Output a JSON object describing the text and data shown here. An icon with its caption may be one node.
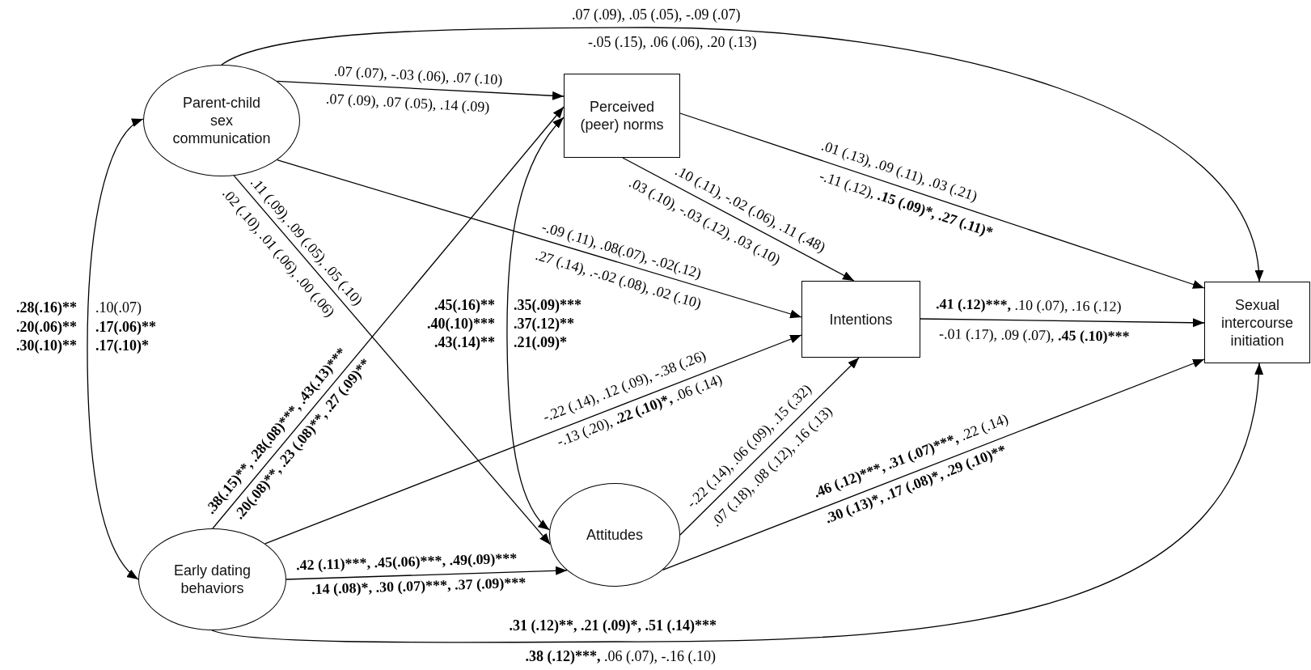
{
  "diagram": {
    "nodes": [
      {
        "text": [
          "Parent-child sex communication"
        ]
      },
      {
        "text": [
          "Perceived (peer) norms"
        ]
      },
      {
        "text": [
          "Intentions"
        ]
      },
      {
        "text": [
          "Sexual intercourse initiation"
        ]
      },
      {
        "text": [
          "Early dating behaviors"
        ]
      },
      {
        "text": [
          "Attitudes"
        ]
      }
    ],
    "edges": [
      {
        "from": 0,
        "to": 4,
        "arrow": "both",
        "label": [
          ".28(.16)**",
          ".20(.06)**",
          ".30(.10)**",
          ".10(.07)",
          ".17(.06)**",
          ".17(.10)*"
        ]
      },
      {
        "from": 0,
        "to": 1,
        "arrow": "to",
        "label": [
          ".07 (.07), -.03 (.06), .07 (.10)",
          ".07 (.09), .07 (.05), .14 (.09)"
        ]
      },
      {
        "from": 0,
        "to": 3,
        "arrow": "to",
        "label": [
          ".07 (.09), .05 (.05), -.09 (.07)",
          "-.05 (.15), .06 (.06), .20 (.13)"
        ]
      },
      {
        "from": 0,
        "to": 2,
        "arrow": "to",
        "label": [
          "-.09 (.11), .08(.07), -.02(.12)",
          ".27 (.14), .-.02 (.08), .02 (.10)"
        ]
      },
      {
        "from": 0,
        "to": 5,
        "arrow": "to",
        "label": [
          ".11 (.09), .09 (.05), .05 (.10)",
          ".02 (.10), .01 (.06), .00 (.06)"
        ]
      },
      {
        "from": 4,
        "to": 1,
        "arrow": "to",
        "label": [
          ".38(.15)**, .28(.08)***, .43(.13)***",
          ".20(.08)**, .23 (.08)**, .27 (.09)**"
        ]
      },
      {
        "from": 1,
        "to": 5,
        "arrow": "both",
        "label": [
          ".45(.16)**",
          ".40(.10)***",
          ".43(.14)**",
          ".35(.09)***",
          ".37(.12)**",
          ".21(.09)*"
        ]
      },
      {
        "from": 1,
        "to": 2,
        "arrow": "to",
        "label": [
          ".10 (.11), -.02 (.06), .11 (.48)",
          ".03 (.10), -.03 (.12), .03 (.10)"
        ]
      },
      {
        "from": 1,
        "to": 3,
        "arrow": "to",
        "label": [
          ".01 (.13), .09 (.11), .03 (.21)",
          "-.11 (.12), .15 (.09)*, .27 (.11)*"
        ]
      },
      {
        "from": 4,
        "to": 2,
        "arrow": "to",
        "label": [
          "-.22 (.14), .12 (.09), -.38 (.26)",
          "-.13 (.20), .22 (.10)*, .06 (.14)"
        ]
      },
      {
        "from": 4,
        "to": 5,
        "arrow": "to",
        "label": [
          ".42 (.11)***, .45(.06)***, .49(.09)***",
          ".14 (.08)*, .30 (.07)***, .37 (.09)***"
        ]
      },
      {
        "from": 4,
        "to": 3,
        "arrow": "to",
        "label": [
          ".31 (.12)**, .21 (.09)*, .51 (.14)***",
          ".38 (.12)***, .06 (.07), -.16 (.10)"
        ]
      },
      {
        "from": 5,
        "to": 2,
        "arrow": "to",
        "label": [
          "-.22 (.14), .06 (.09), .15 (.32)",
          ".07 (.18), .08 (.12), .16 (.13)"
        ]
      },
      {
        "from": 5,
        "to": 3,
        "arrow": "to",
        "label": [
          ".46 (.12)***, .31 (.07)***, .22 (.14)",
          ".30 (.13)*, .17 (.08)*, .29 (.10)**"
        ]
      },
      {
        "from": 2,
        "to": 3,
        "arrow": "to",
        "label": [
          ".41 (.12)***, .10 (.07), .16 (.12)",
          "-.01 (.17), .09 (.07), .45 (.10)***"
        ]
      }
    ]
  }
}
